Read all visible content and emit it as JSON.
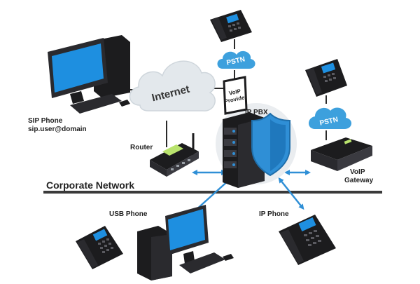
{
  "diagram": {
    "network_label": "Corporate Network",
    "nodes": {
      "internet": "Internet",
      "pstn_top": "PSTN",
      "pstn_right": "PSTN",
      "voip_provider_line1": "VoIP",
      "voip_provider_line2": "Provider",
      "ip_pbx": "IP PBX",
      "sip_phone_line1": "SIP Phone",
      "sip_phone_line2": "sip.user@domain",
      "router": "Router",
      "voip_gateway_line1": "VoIP",
      "voip_gateway_line2": "Gateway",
      "usb_phone": "USB Phone",
      "ip_phone": "IP Phone"
    },
    "colors": {
      "accent_blue": "#2f8fd6",
      "cloud_gray": "#e3e8ec",
      "pstn_blue": "#3da0dd",
      "device_black": "#1c1c1e",
      "screen_blue": "#1e8fe0",
      "bus_line": "#3a3a3a"
    },
    "icons": [
      "cloud-icon",
      "server-rack-icon",
      "shield-icon",
      "router-icon",
      "desktop-computer-icon",
      "desk-phone-icon",
      "gateway-box-icon"
    ]
  }
}
